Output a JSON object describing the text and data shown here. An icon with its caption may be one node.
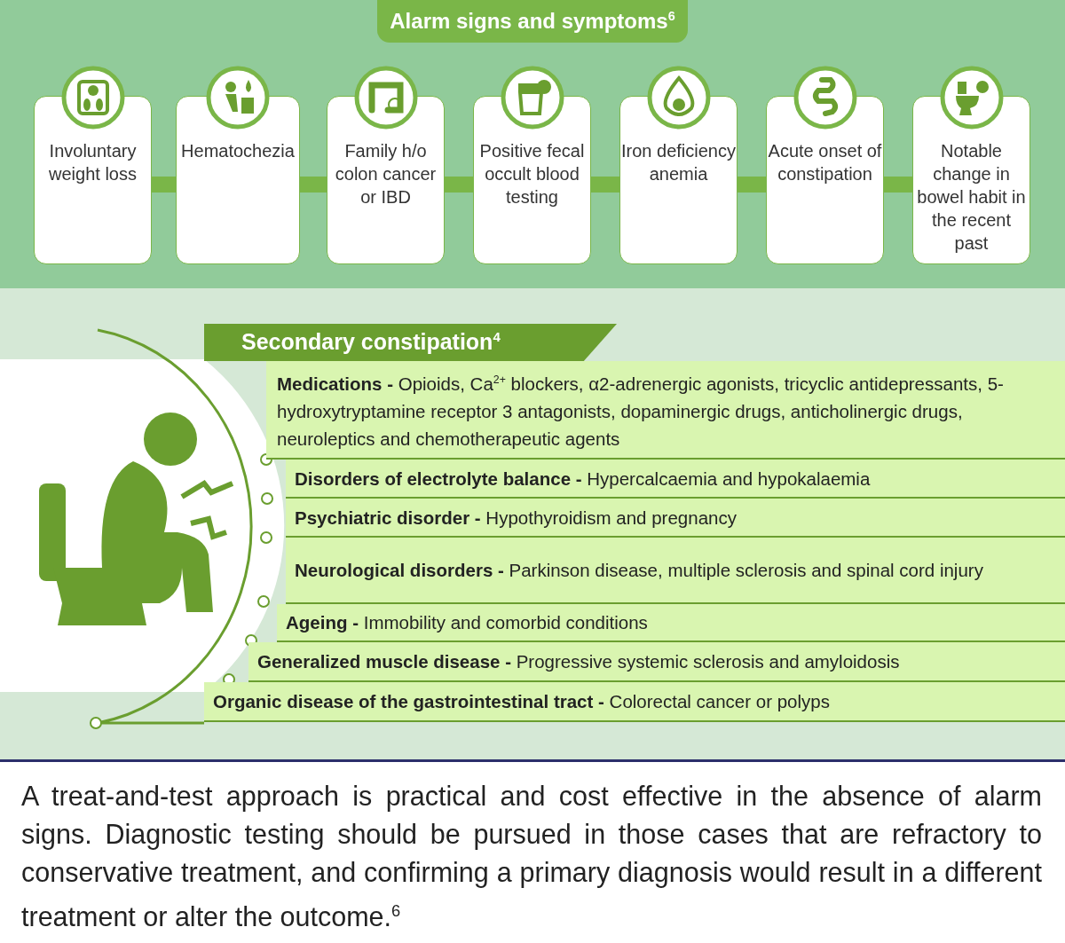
{
  "diagram": {
    "nodes": [
      {
        "text": [
          "Alarm signs and symptoms$^{6}$"
        ]
      },
      {
        "text": [
          "Involuntary weight loss"
        ]
      },
      {
        "text": [
          "Hematochezia"
        ]
      },
      {
        "text": [
          "Family h/o colon cancer or IBD"
        ]
      },
      {
        "text": [
          "Positive fecal occult blood testing"
        ]
      },
      {
        "text": [
          "Iron deficiency anemia"
        ]
      },
      {
        "text": [
          "Acute onset of constipation"
        ]
      },
      {
        "text": [
          "Notable change in bowel habit in the recent past"
        ]
      },
      {
        "text": [
          "Secondary constipation$^{4}$"
        ]
      },
      {
        "text": [
          "**Medications -** Opioids, Ca$^{2+}$ blockers, α2-adrenergic agonists, tricyclic antidepressants, 5-hydroxytryptamine receptor 3 antagonists, dopaminergic drugs, anticholinergic drugs, neuroleptics and chemotherapeutic agents"
        ]
      },
      {
        "text": [
          "**Disorders of electrolyte balance -** Hypercalcaemia and hypokalaemia"
        ]
      },
      {
        "text": [
          "**Psychiatric disorder -** Hypothyroidism and pregnancy"
        ]
      },
      {
        "text": [
          "**Neurological disorders -** Parkinson disease, multiple sclerosis and spinal cord injury"
        ]
      },
      {
        "text": [
          "**Ageing -** Immobility and comorbid conditions"
        ]
      },
      {
        "text": [
          "**Generalized muscle disease -** Progressive systemic sclerosis and amyloidosis"
        ]
      },
      {
        "text": [
          "**Organic disease of the gastrointestinal tract -** Colorectal cancer or polyps"
        ]
      }
    ],
    "edges": [
      {
        "from": 1,
        "to": 2,
        "arrow": "none"
      },
      {
        "from": 2,
        "to": 3,
        "arrow": "none"
      },
      {
        "from": 3,
        "to": 4,
        "arrow": "none"
      },
      {
        "from": 4,
        "to": 5,
        "arrow": "none"
      },
      {
        "from": 5,
        "to": 6,
        "arrow": "none"
      },
      {
        "from": 6,
        "to": 7,
        "arrow": "none"
      }
    ],
    "caption": "A treat-and-test approach is practical and cost effective in the absence of alarm signs. Diagnostic testing should be pursued in those cases that are refractory to conservative treatment, and confirming a primary diagnosis would result in a different treatment or alter the outcome.$^{6}$"
  }
}
